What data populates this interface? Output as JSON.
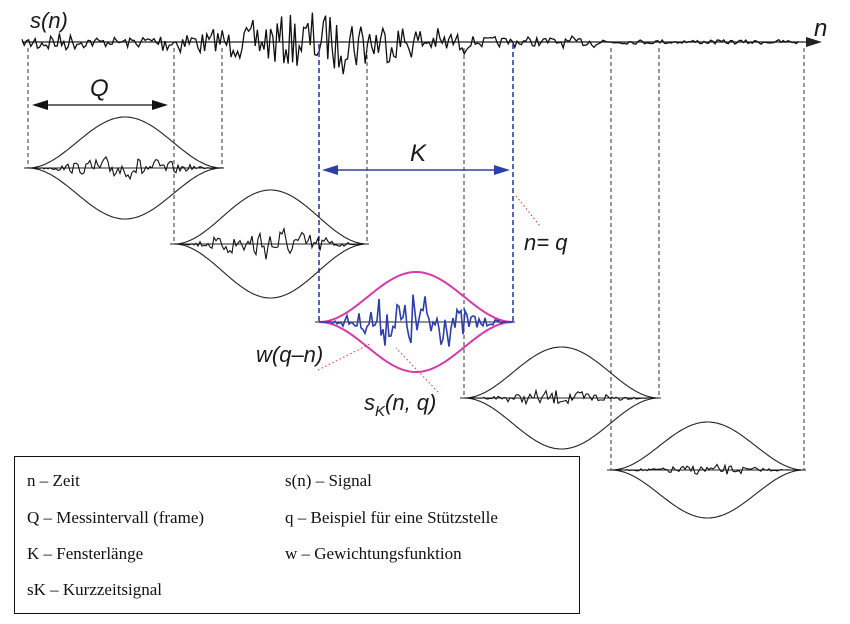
{
  "diagram": {
    "labels": {
      "signal": "s(n)",
      "axis": "n",
      "frame": "Q",
      "window_length": "K",
      "support_point": "n= q",
      "weighting": "w(q–n)",
      "short_time_main": "s",
      "short_time_sub": "K",
      "short_time_args": "(n, q)"
    },
    "colors": {
      "signal": "#111111",
      "window_edge": "#2e3ea8",
      "envelope_highlight": "#d63aa8",
      "pointer": "#d63a3a"
    }
  },
  "legend": {
    "items": [
      {
        "key": "n",
        "text": "n – Zeit"
      },
      {
        "key": "s",
        "text": "s(n) – Signal"
      },
      {
        "key": "Q",
        "text": "Q – Messintervall (frame)"
      },
      {
        "key": "q",
        "text": "q – Beispiel für eine Stützstelle"
      },
      {
        "key": "K",
        "text": "K – Fensterlänge"
      },
      {
        "key": "w",
        "text": "w – Gewichtungsfunktion"
      },
      {
        "key": "sK",
        "text": "sK – Kurzzeitsignal"
      }
    ]
  }
}
